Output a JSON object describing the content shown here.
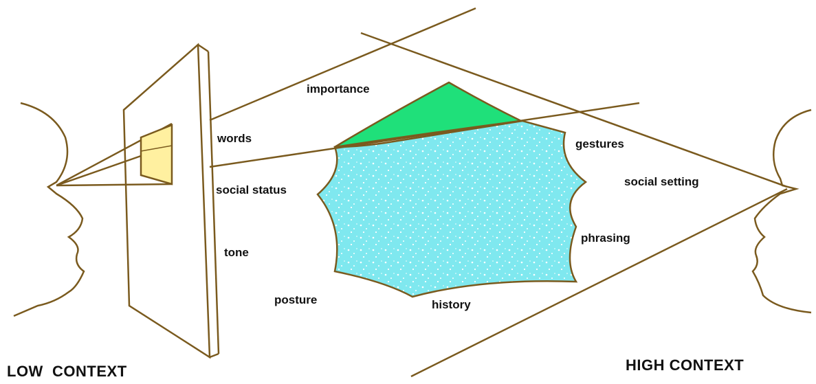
{
  "labels": {
    "importance": "importance",
    "words": "words",
    "gestures": "gestures",
    "social_status": "social status",
    "social_setting": "social setting",
    "phrasing": "phrasing",
    "tone": "tone",
    "posture": "posture",
    "history": "history",
    "low_context": "LOW  CONTEXT",
    "high_context": "HIGH CONTEXT"
  },
  "colors": {
    "line": "#7a5a1e",
    "cyan_fill": "#7fe8ef",
    "green_fill": "#1fe07a",
    "yellow_fill": "#fff0a0"
  }
}
